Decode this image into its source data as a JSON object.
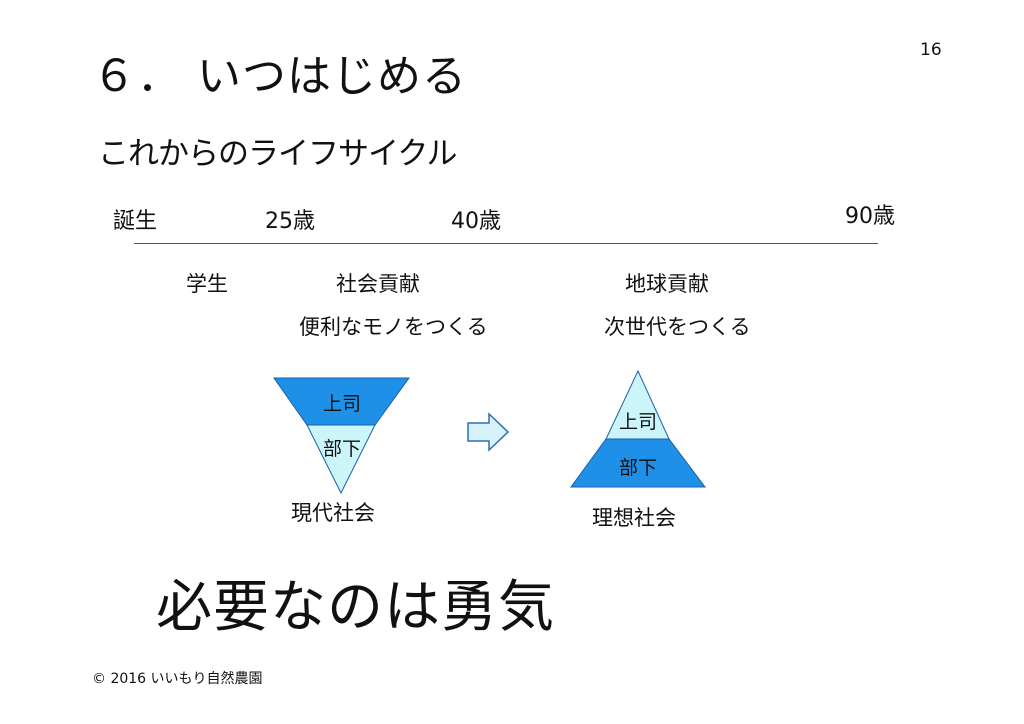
{
  "slide": {
    "title": "６． いつはじめる",
    "page_number": "16",
    "subtitle": "これからのライフサイクル"
  },
  "timeline": {
    "birth": "誕生",
    "age_25": "25歳",
    "age_40": "40歳",
    "age_90": "90歳"
  },
  "stages": {
    "student": "学生",
    "social_contribution": "社会貢献",
    "social_contribution_desc": "便利なモノをつくる",
    "earth_contribution": "地球貢献",
    "earth_contribution_desc": "次世代をつくる"
  },
  "pyramids": {
    "current": {
      "top_label": "上司",
      "bottom_label": "部下",
      "caption": "現代社会"
    },
    "ideal": {
      "top_label": "上司",
      "bottom_label": "部下",
      "caption": "理想社会"
    }
  },
  "colors": {
    "dark_blue": "#1E90E8",
    "light_blue": "#CCF5FA",
    "arrow_fill": "#D7F2FA",
    "arrow_stroke": "#2D6FB3"
  },
  "message": "必要なのは勇気",
  "footer": "© 2016 いいもり自然農園"
}
